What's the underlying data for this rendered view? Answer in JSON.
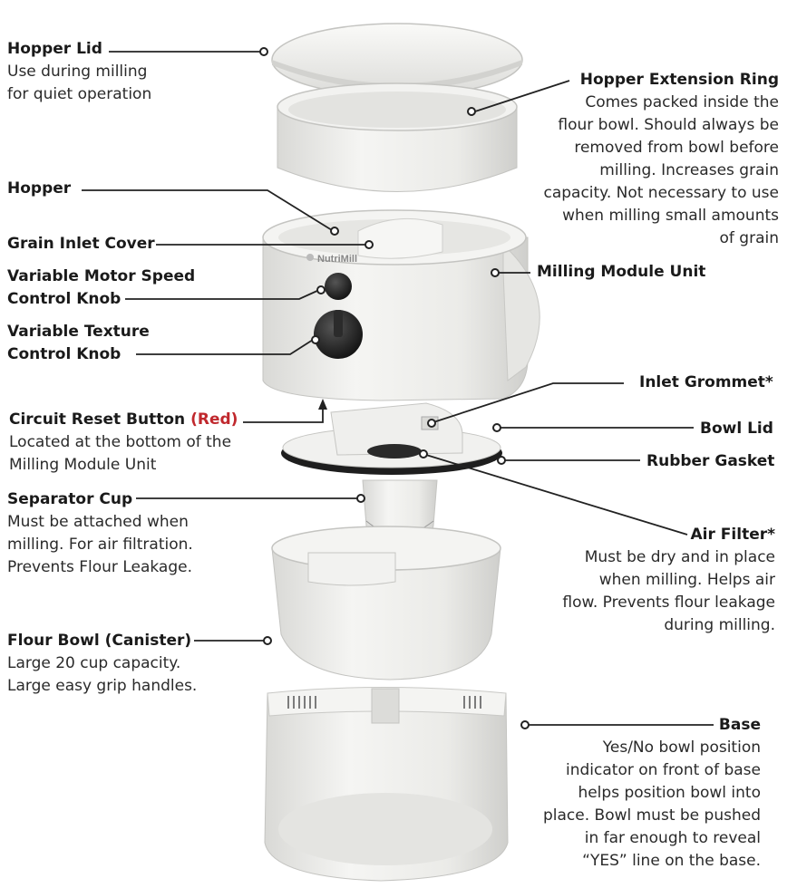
{
  "labels": {
    "hopper_lid": {
      "title": "Hopper Lid",
      "desc": [
        "Use during milling",
        "for quiet operation"
      ]
    },
    "hopper_extension_ring": {
      "title": "Hopper Extension Ring",
      "desc": [
        "Comes packed inside the",
        "flour bowl. Should always be",
        "removed from bowl before",
        "milling. Increases grain",
        "capacity. Not necessary to use",
        "when milling small amounts",
        "of grain"
      ]
    },
    "hopper": {
      "title": "Hopper"
    },
    "grain_inlet_cover": {
      "title": "Grain Inlet Cover"
    },
    "milling_module_unit": {
      "title": "Milling Module Unit"
    },
    "motor_speed_knob": {
      "title_line1": "Variable Motor Speed",
      "title_line2": "Control Knob"
    },
    "texture_knob": {
      "title_line1": "Variable Texture",
      "title_line2": "Control Knob"
    },
    "inlet_grommet": {
      "title": "Inlet Grommet*"
    },
    "circuit_reset": {
      "title": "Circuit Reset Button",
      "title_red": "(Red)",
      "desc": [
        "Located at the bottom of the",
        "Milling Module Unit"
      ]
    },
    "bowl_lid": {
      "title": "Bowl Lid"
    },
    "rubber_gasket": {
      "title": "Rubber Gasket"
    },
    "separator_cup": {
      "title": "Separator Cup",
      "desc": [
        "Must be attached when",
        "milling. For air filtration.",
        "Prevents Flour Leakage."
      ]
    },
    "air_filter": {
      "title": "Air Filter*",
      "desc": [
        "Must be dry and in place",
        "when milling. Helps air",
        "flow. Prevents flour leakage",
        "during milling."
      ]
    },
    "flour_bowl": {
      "title": "Flour Bowl (Canister)",
      "desc": [
        "Large 20 cup capacity.",
        "Large easy grip handles."
      ]
    },
    "base": {
      "title": "Base",
      "desc": [
        "Yes/No bowl position",
        "indicator on front of base",
        "helps position bowl into",
        "place. Bowl must be pushed",
        "in far enough to reveal",
        "“YES” line on the base."
      ]
    }
  },
  "brand": "NutriMill",
  "colors": {
    "text": "#1a1a1a",
    "accent_red": "#c0282d",
    "plastic": "#ececea",
    "shadow": "#c9c9c6",
    "dark": "#2b2b2b"
  }
}
